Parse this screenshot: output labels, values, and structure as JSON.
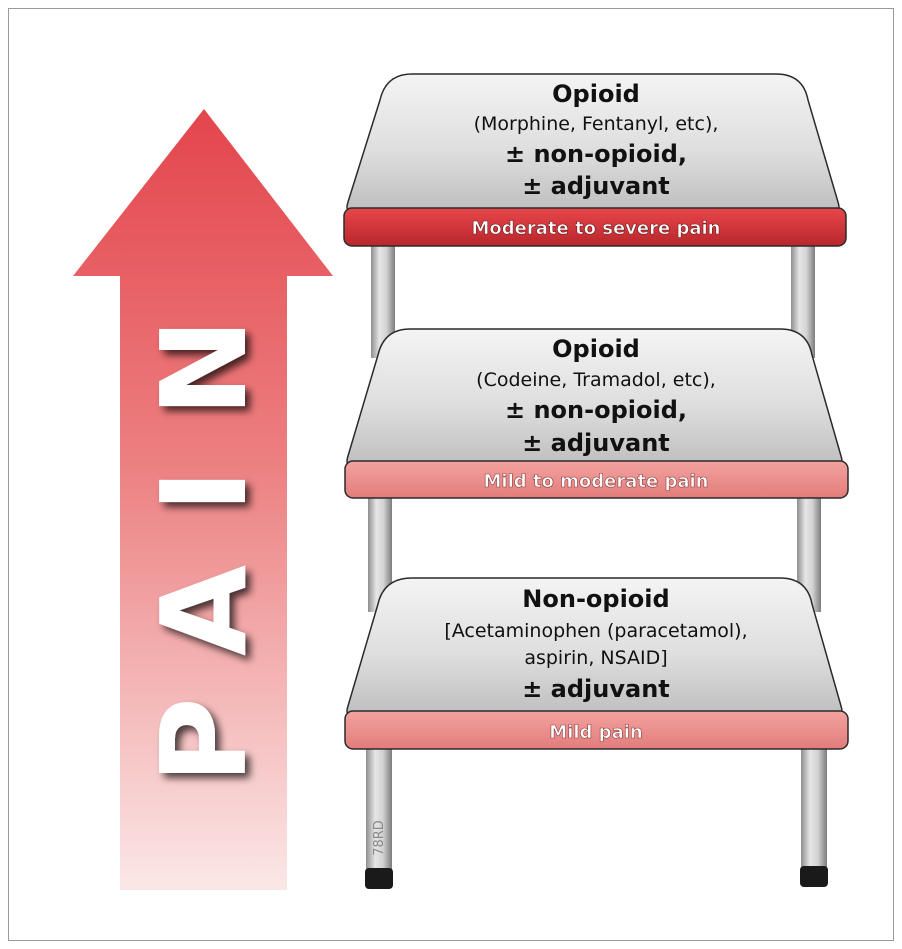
{
  "arrow_label": "PAIN",
  "steps": {
    "top": {
      "line1": "Opioid",
      "line2": "(Morphine, Fentanyl, etc),",
      "line3": "± non-opioid,",
      "line4": "± adjuvant",
      "band_label": "Moderate to severe pain",
      "band_color": "#e03a3e"
    },
    "middle": {
      "line1": "Opioid",
      "line2": "(Codeine, Tramadol, etc),",
      "line3": "± non-opioid,",
      "line4": "± adjuvant",
      "band_label": "Mild to moderate pain",
      "band_color": "#ef8c8a"
    },
    "bottom": {
      "line1": "Non-opioid",
      "line2": "[Acetaminophen (paracetamol),",
      "line3": "aspirin, NSAID]",
      "line4": "± adjuvant",
      "band_label": "Mild pain",
      "band_color": "#ef8c8a"
    }
  },
  "watermark": "78RD",
  "colors": {
    "arrow_top": "#e3454c",
    "arrow_bottom": "#fbe7e7",
    "seat_light": "#f2f2f2",
    "seat_dark": "#c4c4c4",
    "leg": "#c8c8c8",
    "foot": "#1a1a1a"
  }
}
